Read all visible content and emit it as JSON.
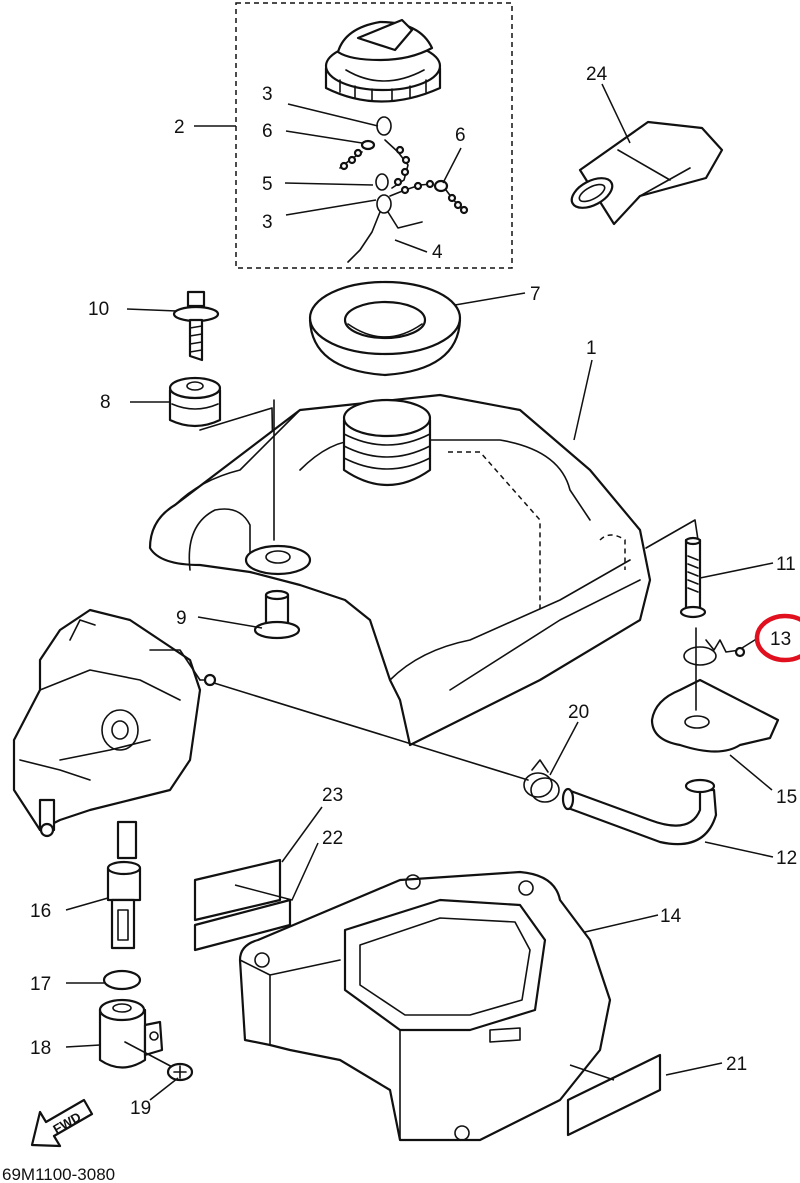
{
  "diagram": {
    "code": "69M1100-3080",
    "fwd_label": "FWD",
    "highlight_color": "#e0101e",
    "highlight_callout": "13",
    "callouts": [
      {
        "id": "c1",
        "label": "1"
      },
      {
        "id": "c2",
        "label": "2"
      },
      {
        "id": "c3a",
        "label": "3"
      },
      {
        "id": "c3b",
        "label": "3"
      },
      {
        "id": "c4",
        "label": "4"
      },
      {
        "id": "c5",
        "label": "5"
      },
      {
        "id": "c6a",
        "label": "6"
      },
      {
        "id": "c6b",
        "label": "6"
      },
      {
        "id": "c7",
        "label": "7"
      },
      {
        "id": "c8",
        "label": "8"
      },
      {
        "id": "c9",
        "label": "9"
      },
      {
        "id": "c10",
        "label": "10"
      },
      {
        "id": "c11",
        "label": "11"
      },
      {
        "id": "c12",
        "label": "12"
      },
      {
        "id": "c13",
        "label": "13"
      },
      {
        "id": "c14",
        "label": "14"
      },
      {
        "id": "c15",
        "label": "15"
      },
      {
        "id": "c16",
        "label": "16"
      },
      {
        "id": "c17",
        "label": "17"
      },
      {
        "id": "c18",
        "label": "18"
      },
      {
        "id": "c19",
        "label": "19"
      },
      {
        "id": "c20",
        "label": "20"
      },
      {
        "id": "c21",
        "label": "21"
      },
      {
        "id": "c22",
        "label": "22"
      },
      {
        "id": "c23",
        "label": "23"
      },
      {
        "id": "c24",
        "label": "24"
      }
    ]
  }
}
